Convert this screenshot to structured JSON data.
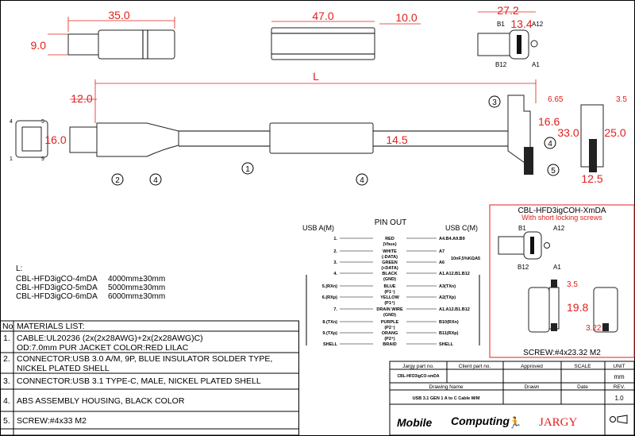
{
  "dimensions": {
    "plug_length": "35.0",
    "plug_height": "9.0",
    "sleeve_length": "47.0",
    "sleeve_dia": "10.0",
    "c_width": "27.2",
    "c_face": "13.4",
    "overall_length": "L",
    "a_tip": "12.0",
    "a_body": "16.0",
    "sleeve_main": "14.5",
    "c_top": "6.65",
    "c_mid": "16.6",
    "c_total": "33.0",
    "c_body": "25.0",
    "c_screw_top": "3.5",
    "c_depth": "12.5"
  },
  "pin_labels": {
    "b1": "B1",
    "a12": "A12",
    "b12": "B12",
    "a1": "A1"
  },
  "balloons": [
    "1",
    "2",
    "3",
    "4",
    "5"
  ],
  "length_table": {
    "title": "L:",
    "rows": [
      {
        "part": "CBL-HFD3igCO-4mDA",
        "length": "4000mm±30mm"
      },
      {
        "part": "CBL-HFD3igCO-5mDA",
        "length": "5000mm±30mm"
      },
      {
        "part": "CBL-HFD3igCO-6mDA",
        "length": "6000mm±30mm"
      }
    ]
  },
  "materials": {
    "header_no": "No",
    "header_title": "MATERIALS LIST:",
    "rows": [
      {
        "no": "1.",
        "lines": [
          "CABLE:UL20236 (2x(2x28AWG)+2x(2x28AWG)C)",
          "OD:7.0mm  PUR JACKET COLOR:RED LILAC"
        ]
      },
      {
        "no": "2.",
        "lines": [
          "CONNECTOR:USB 3.0 A/M, 9P, BLUE INSULATOR SOLDER TYPE,",
          "NICKEL PLATED SHELL"
        ]
      },
      {
        "no": "3.",
        "lines": [
          "CONNECTOR:USB 3.1 TYPE-C, MALE, NICKEL PLATED SHELL"
        ]
      },
      {
        "no": "4.",
        "lines": [
          "ABS ASSEMBLY HOUSING, BLACK COLOR"
        ]
      },
      {
        "no": "5.",
        "lines": [
          "SCREW:#4x33 M2"
        ]
      }
    ]
  },
  "pinout": {
    "title": "PIN OUT",
    "left_title": "USB A(M)",
    "right_title": "USB C(M)",
    "cc_note": "10nF,5%KΩA5",
    "rows": [
      {
        "a": "1.",
        "wire": "RED",
        "sig": "(Vbus)",
        "c": "A4.B4.A9.B9"
      },
      {
        "a": "2.",
        "wire": "WHITE",
        "sig": "(-DATA)",
        "c": "A7"
      },
      {
        "a": "3.",
        "wire": "GREEN",
        "sig": "(+DATA)",
        "c": "A6"
      },
      {
        "a": "4.",
        "wire": "BLACK",
        "sig": "(GND)",
        "c": "A1.A12.B1.B12"
      },
      {
        "a": "5.(RXn)",
        "wire": "BLUE",
        "sig": "(P1⁻)",
        "c": "A3(TXn)"
      },
      {
        "a": "6.(RXp)",
        "wire": "YELLOW",
        "sig": "(P1⁺)",
        "c": "A2(TXp)"
      },
      {
        "a": "7.",
        "wire": "DRAIN WIRE",
        "sig": "(GND)",
        "c": "A1.A12.B1.B12"
      },
      {
        "a": "8.(TXn)",
        "wire": "PURPLE",
        "sig": "(P2⁻)",
        "c": "B10(RXn)"
      },
      {
        "a": "9.(TXp)",
        "wire": "ORANG",
        "sig": "(P2⁺)",
        "c": "B11(RXp)"
      },
      {
        "a": "SHELL",
        "wire": "BRAID",
        "sig": "",
        "c": "SHELL"
      }
    ]
  },
  "variant": {
    "title": "CBL-HFD3igCOH-XmDA",
    "subtitle": "With short locking screws",
    "dim_screw": "3.5",
    "dim_len": "19.8",
    "dim_thread": "3.22",
    "screw_note": "SCREW:#4x23.32 M2"
  },
  "title_block": {
    "h_part": "Jargy part no.",
    "h_client": "Client part no.",
    "h_approved": "Approved",
    "h_scale": "SCALE",
    "h_unit": "UNIT",
    "part_no": "CBL-HFD3igCO-xmDA",
    "unit": "mm",
    "h_drawing": "Drawing Name",
    "h_drawn": "Drawn",
    "h_date": "Date",
    "h_rev": "REV.",
    "drawing_name": "USB 3.1 GEN 1 A to C Cable M/M",
    "rev": "1.0",
    "logo_mobile": "Mobile",
    "logo_computing": "Computing",
    "logo_jargy": "JARGY"
  },
  "colors": {
    "dimension": "#e0201c",
    "line": "#000000"
  }
}
